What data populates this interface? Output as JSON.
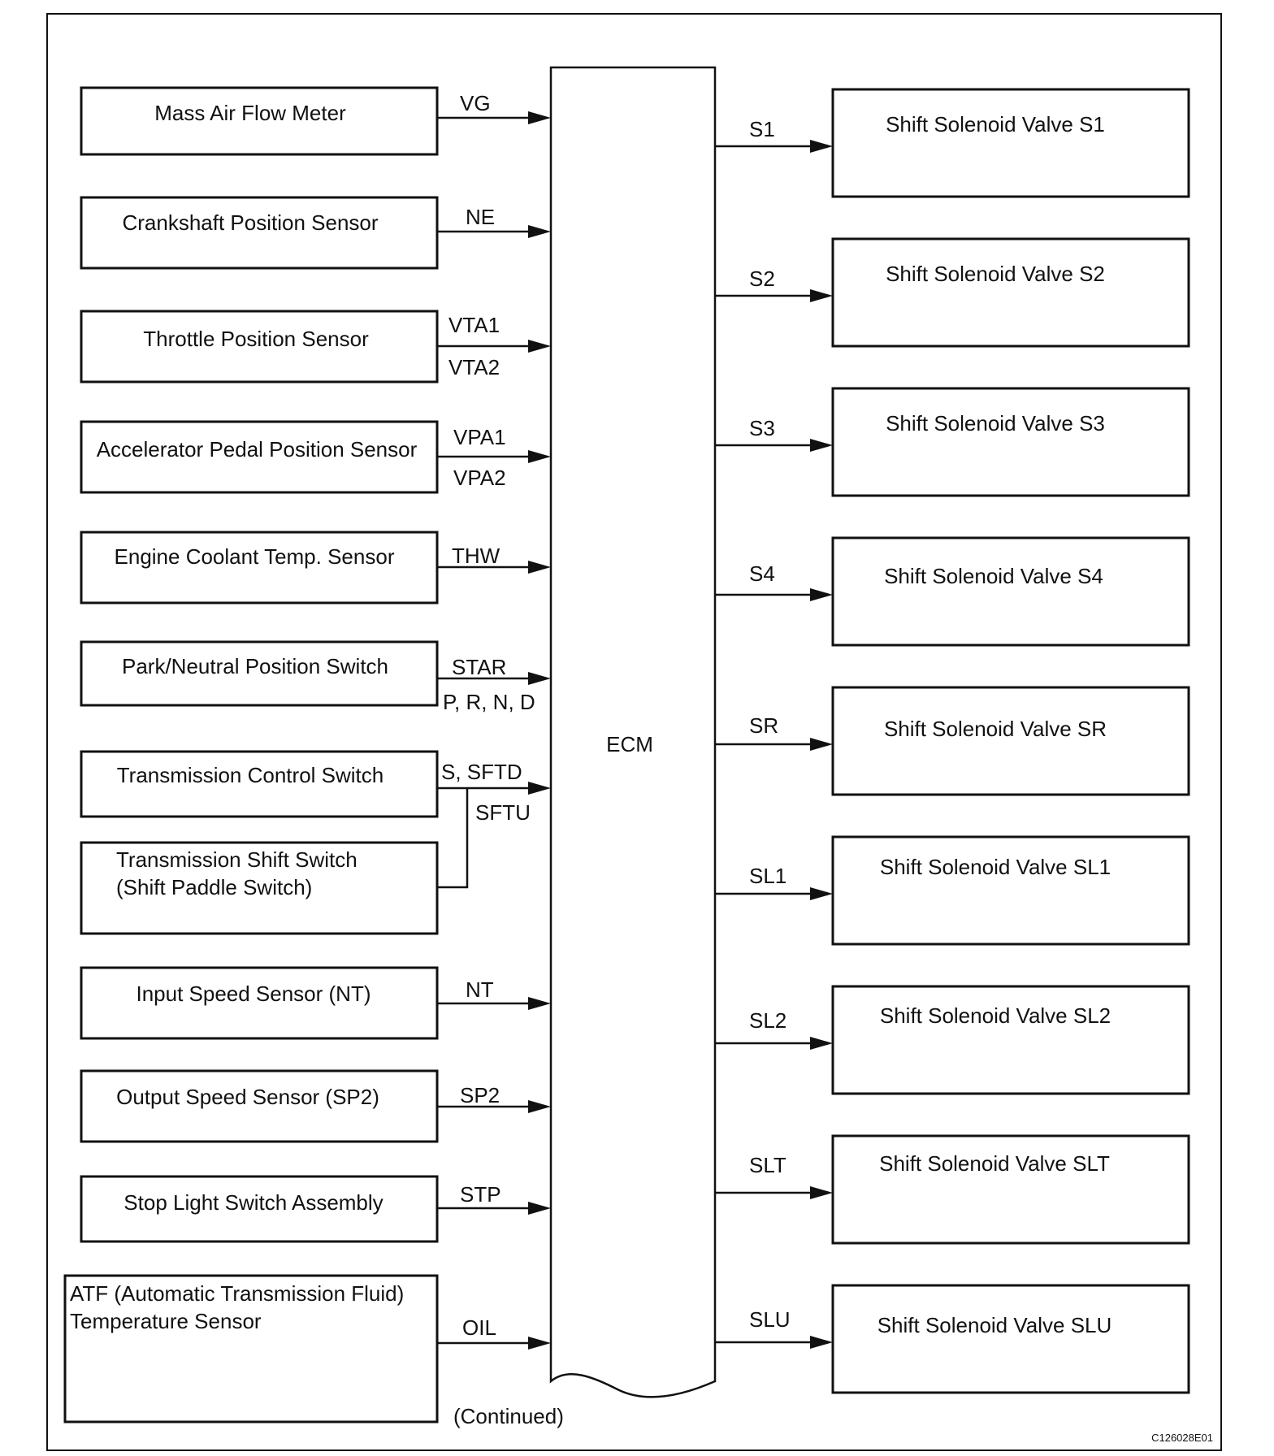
{
  "ecm_label": "ECM",
  "continued_label": "(Continued)",
  "figure_code": "C126028E01",
  "inputs": [
    {
      "name": "mass-air-flow-meter",
      "lines": [
        "Mass Air Flow Meter"
      ],
      "signals": [
        "VG"
      ]
    },
    {
      "name": "crankshaft-position-sensor",
      "lines": [
        "Crankshaft Position Sensor"
      ],
      "signals": [
        "NE"
      ]
    },
    {
      "name": "throttle-position-sensor",
      "lines": [
        "Throttle Position Sensor"
      ],
      "signals": [
        "VTA1",
        "VTA2"
      ]
    },
    {
      "name": "accelerator-pedal-position-sensor",
      "lines": [
        "Accelerator Pedal Position Sensor"
      ],
      "signals": [
        "VPA1",
        "VPA2"
      ]
    },
    {
      "name": "engine-coolant-temp-sensor",
      "lines": [
        "Engine Coolant Temp. Sensor"
      ],
      "signals": [
        "THW"
      ]
    },
    {
      "name": "park-neutral-position-switch",
      "lines": [
        "Park/Neutral Position Switch"
      ],
      "signals": [
        "STAR",
        "P, R, N, D"
      ]
    },
    {
      "name": "transmission-control-switch",
      "lines": [
        "Transmission Control Switch"
      ],
      "signals": [
        "S, SFTD"
      ]
    },
    {
      "name": "transmission-shift-switch",
      "lines": [
        "Transmission Shift Switch",
        "(Shift Paddle Switch)"
      ],
      "signals": [
        "SFTU"
      ]
    },
    {
      "name": "input-speed-sensor",
      "lines": [
        "Input Speed Sensor (NT)"
      ],
      "signals": [
        "NT"
      ]
    },
    {
      "name": "output-speed-sensor",
      "lines": [
        "Output Speed Sensor (SP2)"
      ],
      "signals": [
        "SP2"
      ]
    },
    {
      "name": "stop-light-switch-assembly",
      "lines": [
        "Stop Light Switch Assembly"
      ],
      "signals": [
        "STP"
      ]
    },
    {
      "name": "atf-temperature-sensor",
      "lines": [
        "ATF (Automatic Transmission Fluid)",
        "Temperature Sensor"
      ],
      "signals": [
        "OIL"
      ]
    }
  ],
  "outputs": [
    {
      "name": "shift-solenoid-valve-s1",
      "label": "Shift Solenoid Valve S1",
      "signal": "S1"
    },
    {
      "name": "shift-solenoid-valve-s2",
      "label": "Shift Solenoid Valve S2",
      "signal": "S2"
    },
    {
      "name": "shift-solenoid-valve-s3",
      "label": "Shift Solenoid Valve S3",
      "signal": "S3"
    },
    {
      "name": "shift-solenoid-valve-s4",
      "label": "Shift Solenoid Valve S4",
      "signal": "S4"
    },
    {
      "name": "shift-solenoid-valve-sr",
      "label": "Shift Solenoid Valve SR",
      "signal": "SR"
    },
    {
      "name": "shift-solenoid-valve-sl1",
      "label": "Shift Solenoid Valve SL1",
      "signal": "SL1"
    },
    {
      "name": "shift-solenoid-valve-sl2",
      "label": "Shift Solenoid Valve SL2",
      "signal": "SL2"
    },
    {
      "name": "shift-solenoid-valve-slt",
      "label": "Shift Solenoid Valve SLT",
      "signal": "SLT"
    },
    {
      "name": "shift-solenoid-valve-slu",
      "label": "Shift Solenoid Valve SLU",
      "signal": "SLU"
    }
  ]
}
